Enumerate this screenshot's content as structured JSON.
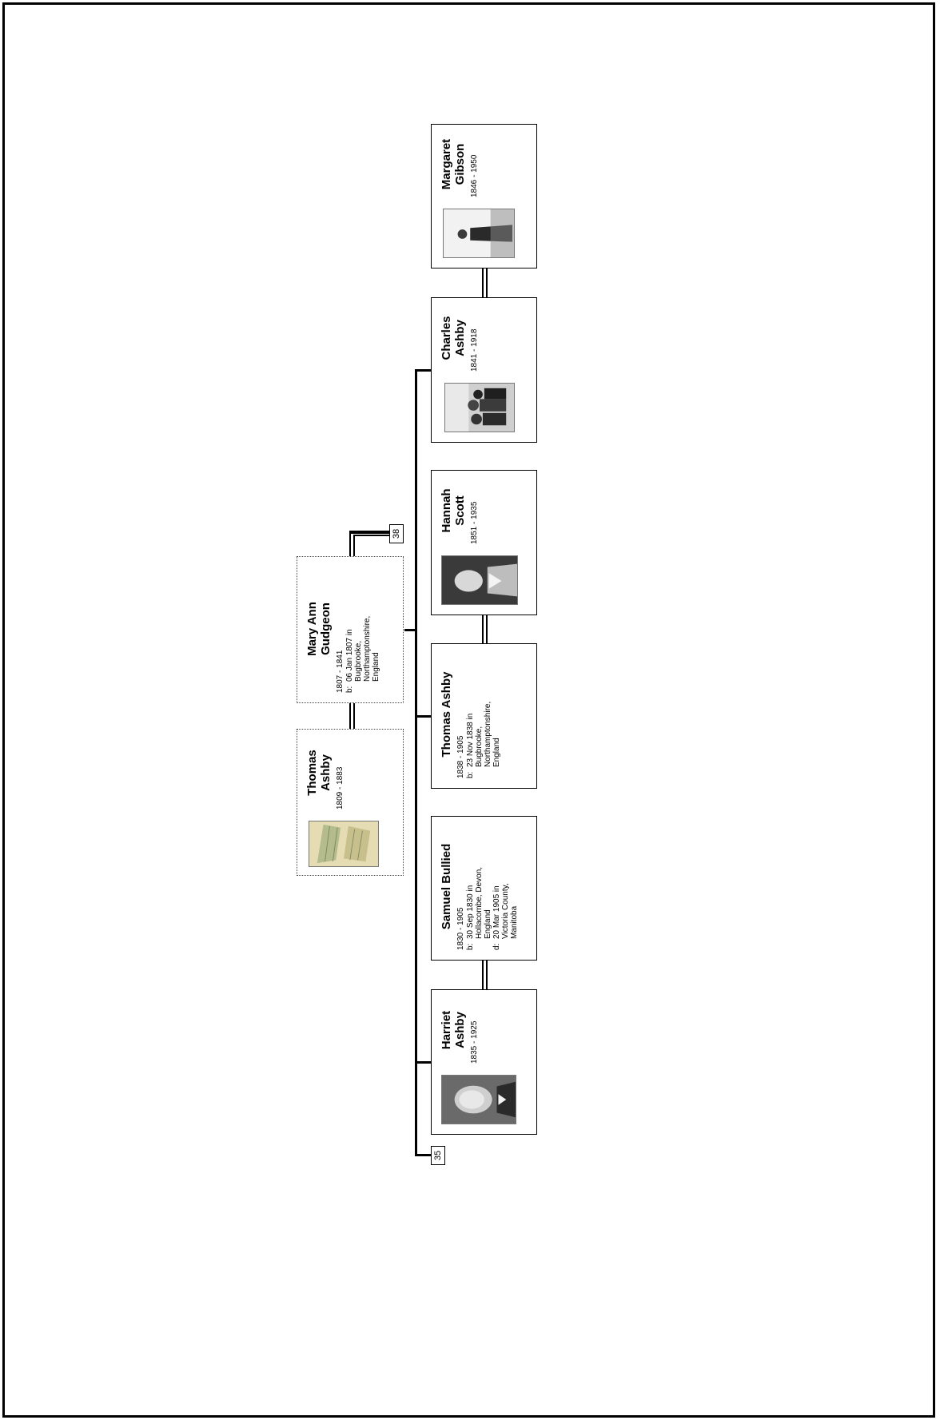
{
  "family_chart": {
    "ancestors": [
      {
        "name": "Thomas Ashby",
        "dates": "1809 - 1883",
        "has_photo": true,
        "photo_icon": "sepia-document-photo"
      },
      {
        "name": "Mary Ann Gudgeon",
        "dates": "1807 - 1841",
        "events": [
          {
            "label": "b:",
            "text": "06 Jan 1807 in Bugbrooke, Northamptonshire, England"
          }
        ],
        "has_photo": false
      }
    ],
    "ancestor_reference": "38",
    "descendant_reference": "35",
    "children": [
      {
        "name": "Harriet Ashby",
        "dates": "1835 - 1925",
        "has_photo": true,
        "photo_icon": "portrait-photo"
      },
      {
        "name": "Samuel Bullied",
        "dates": "1830 - 1905",
        "events": [
          {
            "label": "b:",
            "text": "30 Sep 1830 in Hollacombe, Devon, England"
          },
          {
            "label": "d:",
            "text": "20 Mar 1905 in Victoria County, Manitoba"
          }
        ],
        "has_photo": false
      },
      {
        "name": "Thomas Ashby",
        "dates": "1838 - 1905",
        "events": [
          {
            "label": "b:",
            "text": "23 Nov 1838 in Bugbrooke, Northamptonshire, England"
          }
        ],
        "has_photo": false
      },
      {
        "name": "Hannah Scott",
        "dates": "1851 - 1935",
        "has_photo": true,
        "photo_icon": "portrait-photo"
      },
      {
        "name": "Charles Ashby",
        "dates": "1841 - 1918",
        "has_photo": true,
        "photo_icon": "group-photo"
      },
      {
        "name": "Margaret Gibson",
        "dates": "1846 - 1950",
        "has_photo": true,
        "photo_icon": "standing-figure-photo"
      }
    ]
  }
}
